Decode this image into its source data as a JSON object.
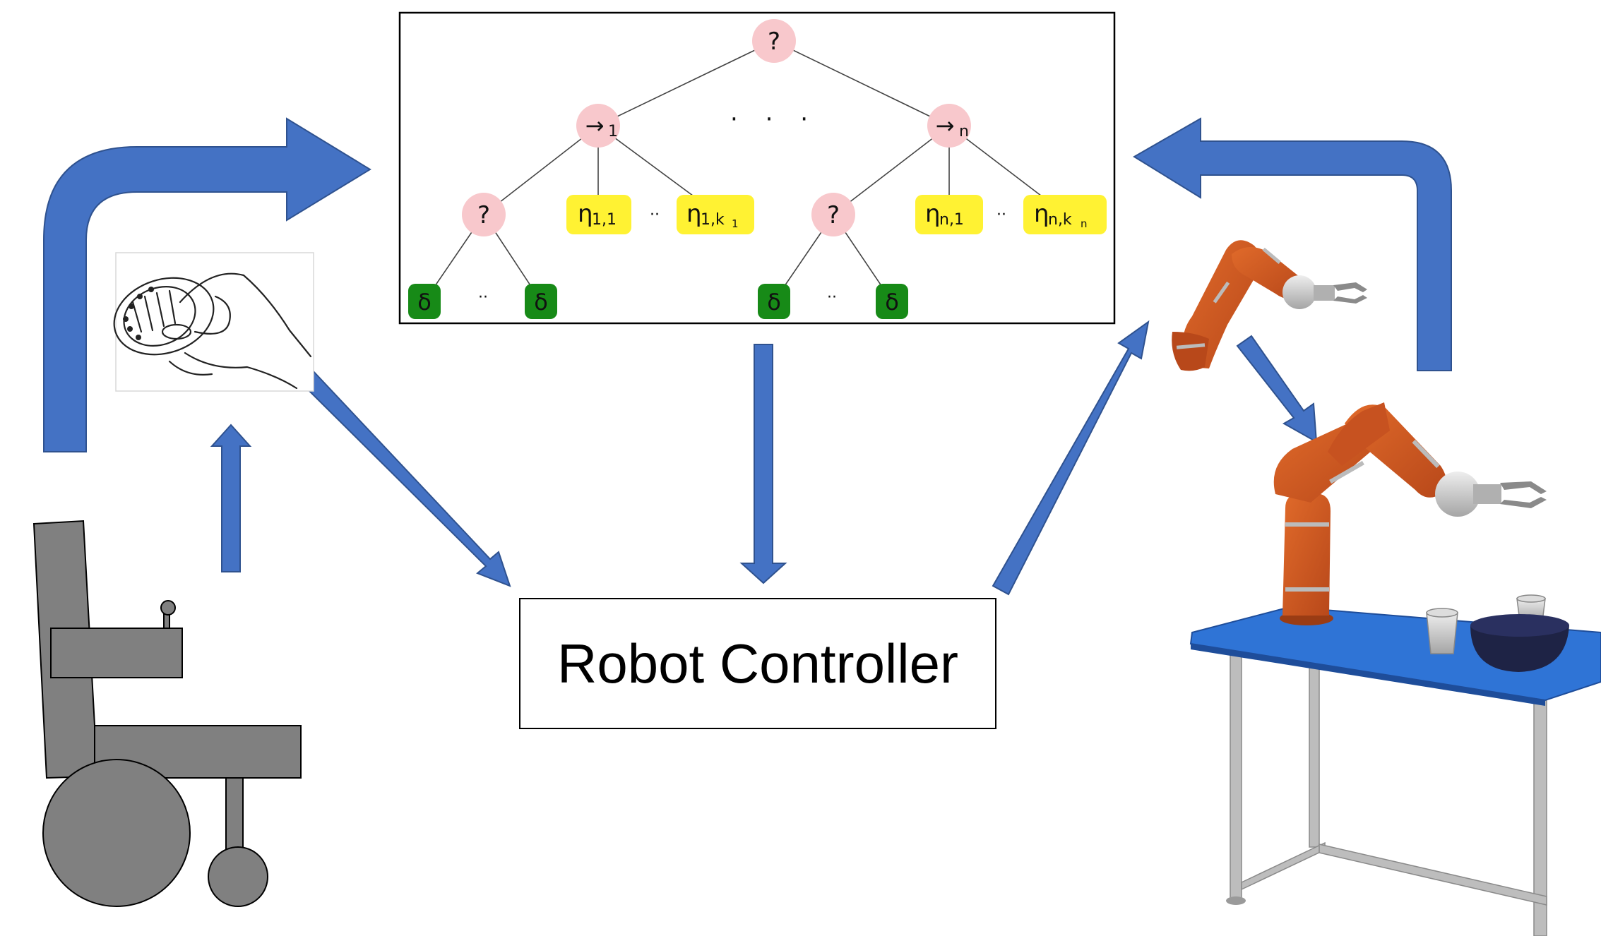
{
  "behavior_tree": {
    "root": "?",
    "seq_1": "→",
    "seq_1_sub": "1",
    "seq_n": "→",
    "seq_n_sub": "n",
    "ellipsis": "· · ·",
    "fallback_left": "?",
    "fallback_right": "?",
    "eta": "η",
    "eta_1_1_sub": "1,1",
    "eta_1_k1_sub": "1,k",
    "eta_1_k1_subsub": "1",
    "eta_n_1_sub": "n,1",
    "eta_n_kn_sub": "n,k",
    "eta_n_kn_subsub": "n",
    "delta": "δ",
    "dots": "··"
  },
  "controller": {
    "label": "Robot Controller"
  },
  "colors": {
    "arrow": "#4472C4",
    "control_node": "#F8C8CC",
    "condition_node": "#FFF233",
    "action_node": "#178A17",
    "wheelchair": "#808080",
    "robot_link": "#D2591C",
    "table_top": "#2F74D6",
    "bowl": "#1E2345"
  },
  "icons": [
    "wheelchair-icon",
    "joystick-hand-icon",
    "robot-arm-icon",
    "robot-arm-with-table-icon"
  ]
}
